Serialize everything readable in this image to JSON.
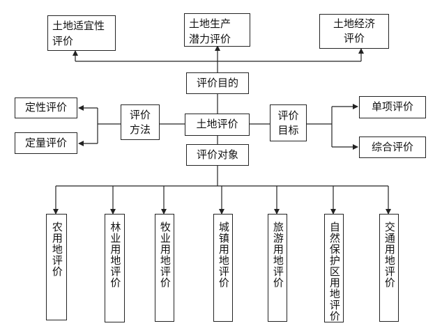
{
  "center": "土地评价",
  "purpose": {
    "label": "评价目的",
    "items": [
      {
        "l1": "土地适宜性",
        "l2": "评价"
      },
      {
        "l1": "土地生产",
        "l2": "潜力评价"
      },
      {
        "l1": "土地经济",
        "l2": "评价"
      }
    ]
  },
  "method": {
    "l1": "评价",
    "l2": "方法",
    "items": [
      "定性评价",
      "定量评价"
    ]
  },
  "target": {
    "l1": "评价",
    "l2": "目标",
    "items": [
      "单项评价",
      "综合评价"
    ]
  },
  "object": {
    "label": "评价对象",
    "items": [
      "农用地评价",
      "林业用地评价",
      "牧业用地评价",
      "城镇用地评价",
      "旅游用地评价",
      "自然保护区用地评价",
      "交通用地评价"
    ]
  }
}
